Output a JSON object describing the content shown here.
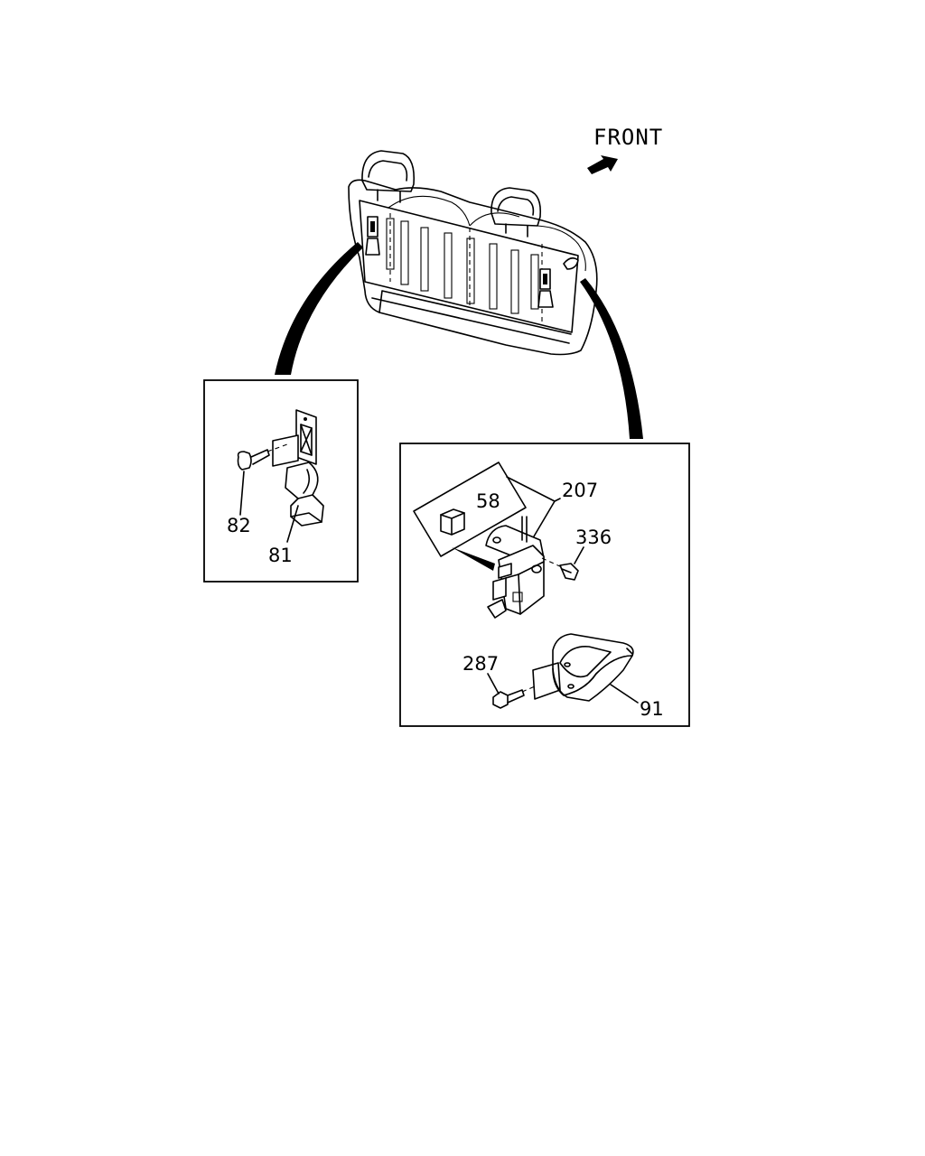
{
  "orientation": {
    "label": "FRONT"
  },
  "callouts": {
    "left_panel": {
      "screw": "82",
      "latch": "81"
    },
    "right_panel": {
      "striker": "58",
      "lock_assembly": "207",
      "bolt": "336",
      "screw": "287",
      "cover": "91"
    }
  }
}
